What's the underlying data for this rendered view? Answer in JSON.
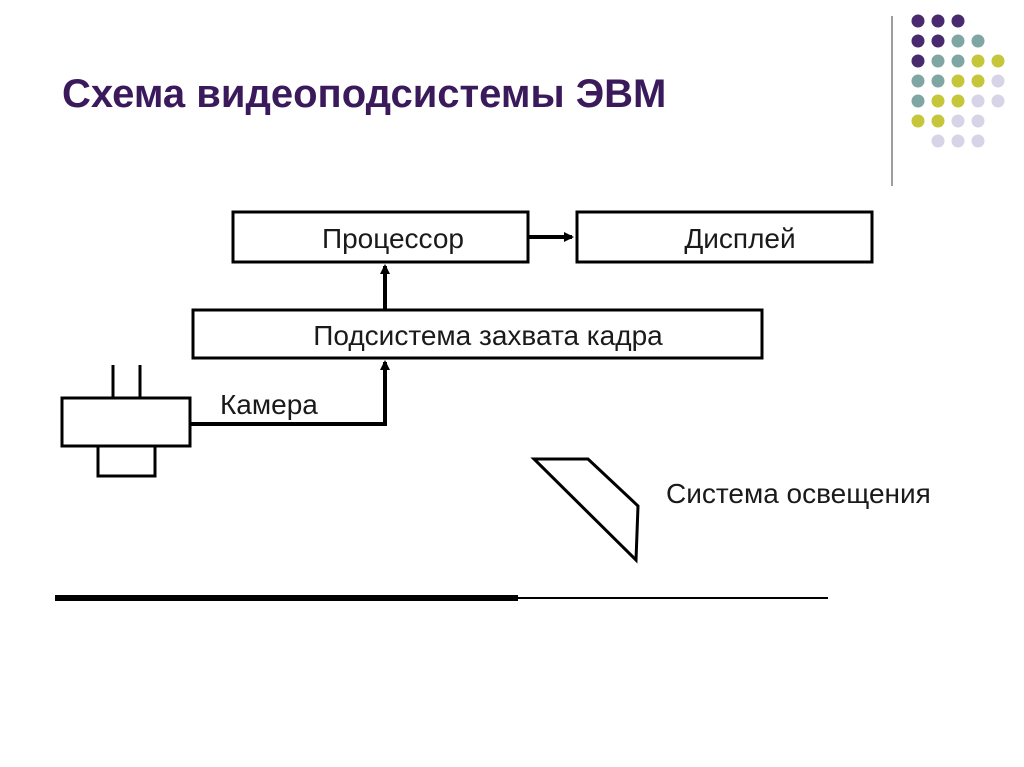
{
  "slide": {
    "title": "Схема видеоподсистемы ЭВМ"
  },
  "decoration": {
    "dot_colors": {
      "purple": "#4a2a6e",
      "teal": "#7fa6a3",
      "olive": "#c6c63a",
      "lavender": "#d6d4e6"
    }
  },
  "diagram": {
    "processor_label": "Процессор",
    "display_label": "Дисплей",
    "frame_grabber_label": "Подсистема захвата кадра",
    "camera_label": "Камера",
    "lighting_label": "Система освещения"
  }
}
